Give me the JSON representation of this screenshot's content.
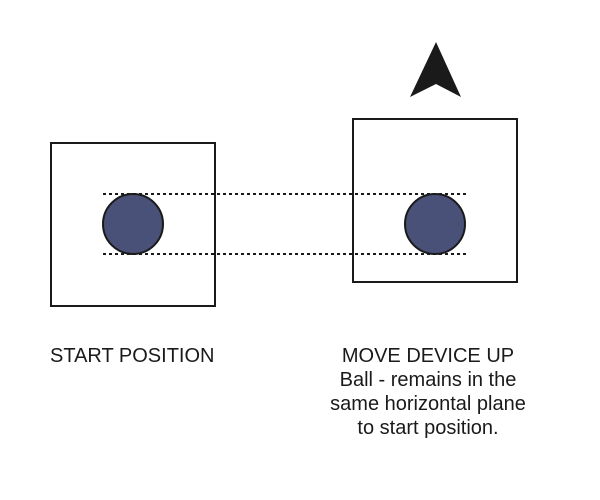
{
  "start_label": "START POSITION",
  "move_label": "MOVE DEVICE UP",
  "move_description_lines": [
    "Ball - remains in the",
    "same horizontal plane",
    "to start position."
  ],
  "colors": {
    "ball": "#4a5178",
    "outline": "#1a1a1a",
    "arrow": "#1a1a1a"
  },
  "icons": {
    "arrow": "up-arrow-icon"
  }
}
